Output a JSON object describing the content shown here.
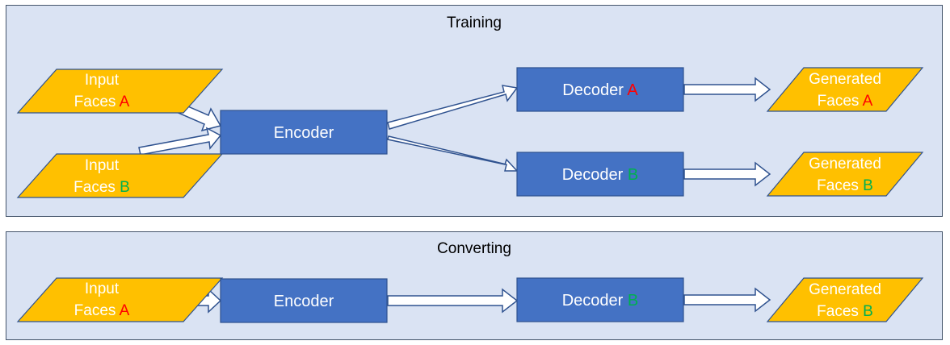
{
  "colors": {
    "panel_fill": "#dae3f3",
    "panel_border": "#44546a",
    "box_fill": "#4472c4",
    "box_border": "#2f528f",
    "data_fill": "#ffc000",
    "data_border": "#2f528f",
    "label_white": "#ffffff",
    "label_red": "#ff0000",
    "label_green": "#00b050"
  },
  "training": {
    "title": "Training",
    "input_a": {
      "line1": "Input",
      "line2": "Faces",
      "letter": "A"
    },
    "input_b": {
      "line1": "Input",
      "line2": "Faces",
      "letter": "B"
    },
    "encoder": "Encoder",
    "decoder_a": {
      "label": "Decoder",
      "letter": "A"
    },
    "decoder_b": {
      "label": "Decoder",
      "letter": "B"
    },
    "output_a": {
      "line1": "Generated",
      "line2": "Faces",
      "letter": "A"
    },
    "output_b": {
      "line1": "Generated",
      "line2": "Faces",
      "letter": "B"
    }
  },
  "converting": {
    "title": "Converting",
    "input": {
      "line1": "Input",
      "line2": "Faces",
      "letter": "A"
    },
    "encoder": "Encoder",
    "decoder": {
      "label": "Decoder",
      "letter": "B"
    },
    "output": {
      "line1": "Generated",
      "line2": "Faces",
      "letter": "B"
    }
  }
}
